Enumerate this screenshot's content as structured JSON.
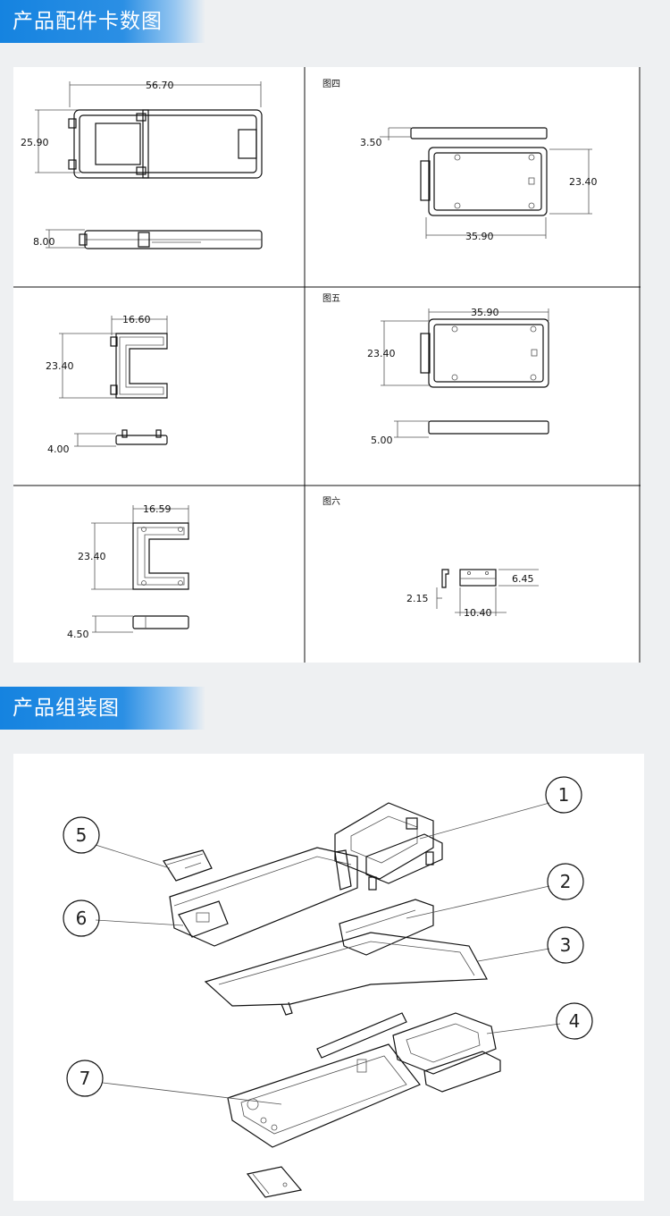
{
  "banner1": {
    "title": "产品配件卡数图"
  },
  "banner2": {
    "title": "产品组装图"
  },
  "drawings": {
    "cell1": {
      "width": "56.70",
      "height": "25.90",
      "thickness": "8.00"
    },
    "cell2": {
      "label": "图四",
      "thickness": "3.50",
      "height": "23.40",
      "width": "35.90"
    },
    "cell3": {
      "width": "16.60",
      "height": "23.40",
      "thickness": "4.00"
    },
    "cell4": {
      "label": "图五",
      "width": "35.90",
      "height": "23.40",
      "thickness": "5.00"
    },
    "cell5": {
      "width": "16.59",
      "height": "23.40",
      "thickness": "4.50"
    },
    "cell6": {
      "label": "图六",
      "height": "6.45",
      "offset": "2.15",
      "width": "10.40"
    }
  },
  "assembly": {
    "callouts": [
      "1",
      "2",
      "3",
      "4",
      "5",
      "6",
      "7"
    ]
  }
}
